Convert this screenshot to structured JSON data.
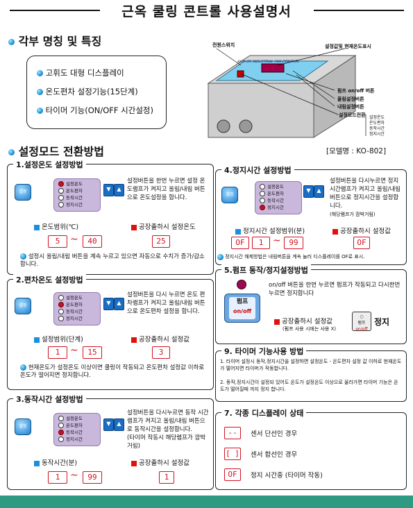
{
  "title": "근옥 쿨링 콘트롤 사용설명서",
  "parts": {
    "heading": "각부 명칭 및 특징",
    "features": [
      "고휘도 대형 디스플레이",
      "온도편차 설정기능(15단계)",
      "타이머 기능(ON/OFF 시간설정)"
    ],
    "diagram_labels": {
      "power_switch": "전원스위치",
      "temp_display": "설정값및 현재온도표시",
      "device_text": "KUN-OK INDUSTRIAL FAN CONTROL",
      "pump_btn": "펌프 on/off 버튼",
      "up_btn": "올림설정버튼",
      "down_btn": "내림설정버튼",
      "mode_switch": "설정모드전환",
      "list": [
        "설정온도",
        "온도편차",
        "동작시간",
        "정지시간"
      ]
    }
  },
  "mode": {
    "heading": "설정모드 전환방법",
    "model": "[모델명 : KO-802]"
  },
  "panel_labels": [
    "설정온도",
    "온도편차",
    "동작시간",
    "정지시간"
  ],
  "set_btn": "설정",
  "arrows": {
    "up": "▲",
    "down": "▼"
  },
  "s1": {
    "title": "1.설정온도 설정방법",
    "desc": "설정버튼을 한번 누르면 설정 온도램프가 켜지고 올림/내림 버튼으로 온도설정을 합니다.",
    "range_label": "온도범위(℃)",
    "factory_label": "공장출하시 설정온도",
    "min": "5",
    "max": "40",
    "factory": "25",
    "note": "설정시 올림/내림 버튼을 계속 누르고 있으면 자동으로 수치가 증가/감소 합니다."
  },
  "s2": {
    "title": "2.편차온도 설정방법",
    "desc": "설정버튼을 다시 누르면 온도 편차램프가 켜지고 올림/내림 버튼으로 온도편차 설정을 합니다.",
    "range_label": "설정범위(단계)",
    "factory_label": "공장출하시 설정값",
    "min": "1",
    "max": "15",
    "factory": "3",
    "note": "현재온도가 설정온도 이상이면 쿨링이 작동되고 온도편차 설정값 이하로 온도가 떨어지면 정지합니다."
  },
  "s3": {
    "title": "3.동작시간 설정방법",
    "desc": "설정버튼을 다시누르면 동작 시간램프가 켜지고 올림/내림 버튼으로 동작시간을 설정합니다.",
    "desc2": "(타이머 작동시 해당램프가 깜박거림)",
    "range_label": "동작시간(분)",
    "factory_label": "공장출하시 설정값",
    "min": "1",
    "max": "99",
    "factory": "1"
  },
  "s4": {
    "title": "4.정지시간 설정방법",
    "desc": "설정버튼을 다시누르면 정지시간램프가 켜지고 올림/내림 버튼으로 정지시간을 설정합니다.",
    "desc2": "(해당램프가 깜박거림)",
    "range_label": "정지시간 설정범위(분)",
    "factory_label": "공장출하시 설정값",
    "min": "OF",
    "max": "99",
    "mid": "1",
    "factory": "OF",
    "note": "정지시간 해제방법은 내림버튼을 계속 눌러 디스플레이를 OF로 표시."
  },
  "s5": {
    "title": "5.펌프 동작/정지설정방법",
    "desc": "on/off 버튼을 한번 누르면 펌프가 작동되고 다시한번 누르면 정지합니다",
    "pump": "펌프",
    "onoff": "on/off",
    "factory_label": "공장출하시 설정값",
    "factory_sub": "(펌프 사용 시에는 사용 X)",
    "stop": "정지"
  },
  "s9": {
    "title": "9. 타이머 기능사용 방법",
    "items": [
      "1. 타이머 설정시 동작,정지시간을 설정하면 설정온도 - 온도편차 설정 값 이하로 현재온도가 떨어지면 타이머가 작동합니다.",
      "2. 동작,정지시간이 설정되 있어도 온도가 설정온도 이상으로 올라가면 타이머 기능은 온도가 떨어질때 까지 정지 합니다."
    ]
  },
  "s7": {
    "title": "7. 각종 디스플레이 상태",
    "rows": [
      {
        "code": "--",
        "text": "센서 단선인 경우"
      },
      {
        "code": "[ ]",
        "text": "센서 합선인 경우"
      },
      {
        "code": "OF",
        "text": "정지 시간중 (타이머 작동)"
      }
    ]
  }
}
